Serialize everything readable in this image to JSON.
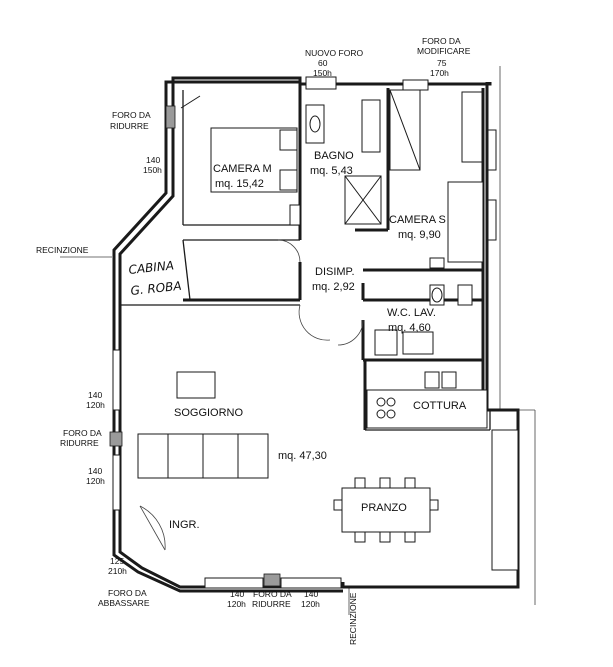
{
  "rooms": {
    "camera_m": {
      "name": "CAMERA M",
      "area": "mq. 15,42"
    },
    "bagno": {
      "name": "BAGNO",
      "area": "mq. 5,43"
    },
    "camera_s": {
      "name": "CAMERA S",
      "area": "mq. 9,90"
    },
    "disimp": {
      "name": "DISIMP.",
      "area": "mq. 2,92"
    },
    "wc_lav": {
      "name": "W.C. LAV.",
      "area": "mq. 4,60"
    },
    "cottura": {
      "name": "COTTURA"
    },
    "soggiorno": {
      "name": "SOGGIORNO",
      "area": "mq. 47,30"
    },
    "pranzo": {
      "name": "PRANZO"
    },
    "ingr": {
      "name": "INGR."
    },
    "cabina": {
      "line1": "CABINA",
      "line2": "G. ROBA"
    }
  },
  "annotations": {
    "nuovo_foro": {
      "line1": "NUOVO FORO",
      "line2": "60",
      "line3": "150h"
    },
    "foro_modificare": {
      "line1": "FORO DA",
      "line2": "MODIFICARE",
      "line3": "75",
      "line4": "170h"
    },
    "foro_ridurre_top": {
      "line1": "FORO DA",
      "line2": "RIDURRE"
    },
    "dim_140_150": {
      "line1": "140",
      "line2": "150h"
    },
    "recinzione_left": "RECINZIONE",
    "dim_left_upper": {
      "line1": "140",
      "line2": "120h"
    },
    "foro_ridurre_left": {
      "line1": "FORO DA",
      "line2": "RIDURRE"
    },
    "dim_left_lower": {
      "line1": "140",
      "line2": "120h"
    },
    "dim_125_210": {
      "line1": "125",
      "line2": "210h"
    },
    "foro_abbassare": {
      "line1": "FORO DA",
      "line2": "ABBASSARE"
    },
    "dim_bottom_left": {
      "line1": "140",
      "line2": "120h"
    },
    "foro_ridurre_bottom": {
      "line1": "FORO DA",
      "line2": "RIDURRE"
    },
    "dim_bottom_right": {
      "line1": "140",
      "line2": "120h"
    },
    "recinzione_bottom": "RECINZIONE"
  }
}
